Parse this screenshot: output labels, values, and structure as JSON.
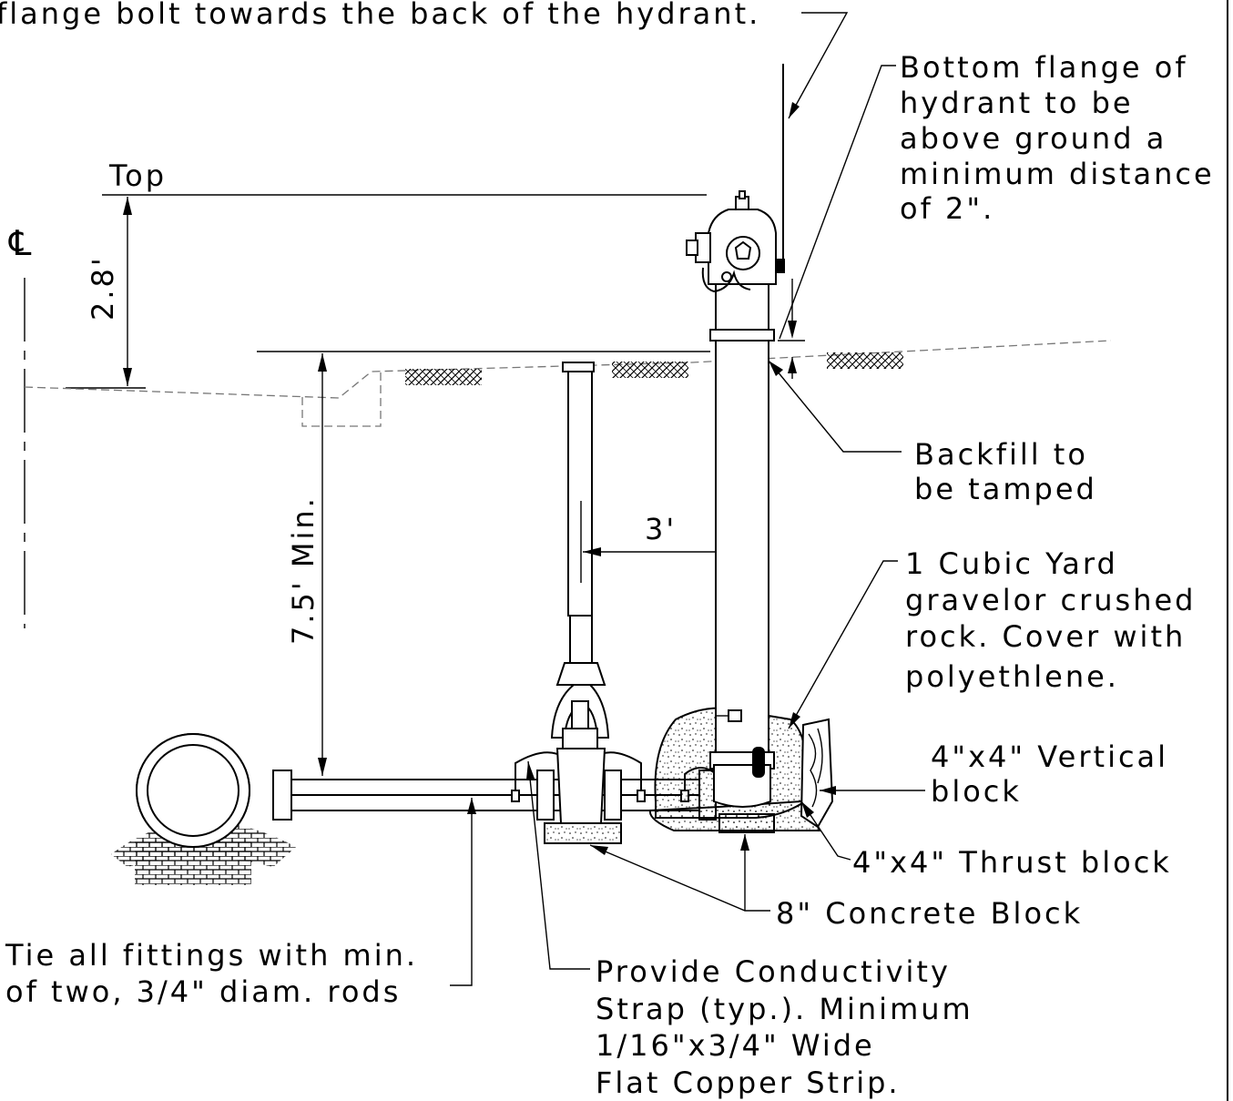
{
  "notes": {
    "top_note": "flange bolt towards the back of the hydrant.",
    "bottom_flange_note": [
      "Bottom flange of",
      "hydrant to be",
      "above ground a",
      "minimum distance",
      "of 2\"."
    ],
    "top_label": "Top",
    "centerline_symbol": "℄",
    "dim_height": "2.8'",
    "dim_depth": "7.5' Min.",
    "dim_offset": "3'",
    "backfill_note": [
      "Backfill to",
      "be tamped"
    ],
    "gravel_note": [
      "1 Cubic Yard",
      "gravelor crushed",
      "rock. Cover with",
      "polyethlene."
    ],
    "vertical_block_note": [
      "4\"x4\" Vertical",
      "block"
    ],
    "thrust_block_note": "4\"x4\" Thrust block",
    "concrete_block_note": "8\" Concrete Block",
    "tie_note": [
      "Tie all fittings with min.",
      "of two, 3/4\" diam. rods"
    ],
    "strap_note": [
      "Provide Conductivity",
      "Strap (typ.). Minimum",
      "1/16\"x3/4\" Wide",
      "Flat Copper Strip."
    ]
  }
}
